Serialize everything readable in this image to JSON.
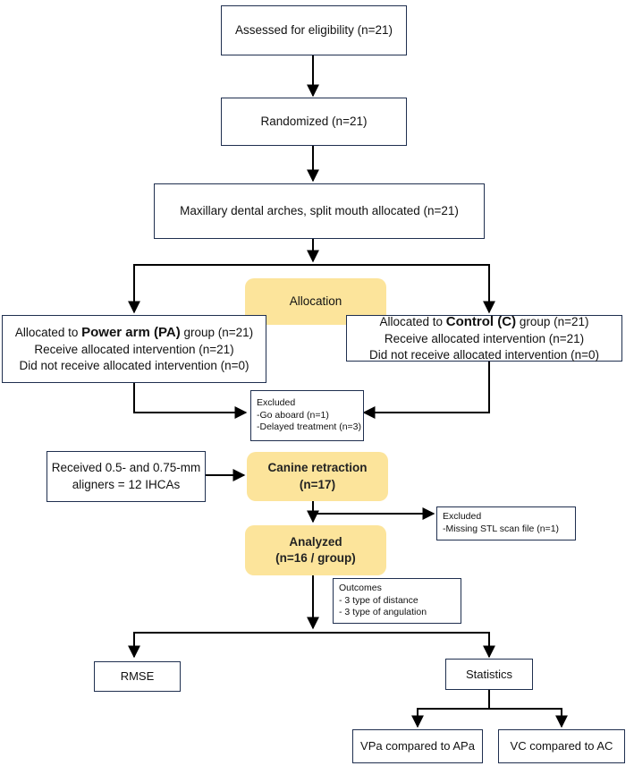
{
  "nodes": {
    "assessed": "Assessed for eligibility (n=21)",
    "randomized": "Randomized (n=21)",
    "maxillary": "Maxillary dental arches, split mouth allocated (n=21)",
    "allocation": "Allocation",
    "pa_group": {
      "line1_pre": "Allocated to ",
      "line1_bold": "Power arm (PA)",
      "line1_post": " group (n=21)",
      "line2": "Receive allocated intervention (n=21)",
      "line3": "Did not receive allocated intervention (n=0)"
    },
    "c_group": {
      "line1_pre": "Allocated to ",
      "line1_bold": "Control (C)",
      "line1_post": " group (n=21)",
      "line2": "Receive allocated intervention (n=21)",
      "line3": "Did not receive allocated intervention (n=0)"
    },
    "excluded1": {
      "title": "Excluded",
      "line1": "-Go aboard (n=1)",
      "line2": "-Delayed treatment (n=3)"
    },
    "received": {
      "line1": "Received 0.5- and 0.75-mm",
      "line2": "aligners = 12 IHCAs"
    },
    "canine": {
      "line1": "Canine retraction",
      "line2": "(n=17)"
    },
    "excluded2": {
      "title": "Excluded",
      "line1": "-Missing STL scan file (n=1)"
    },
    "analyzed": {
      "line1": "Analyzed",
      "line2": "(n=16 / group)"
    },
    "outcomes": {
      "title": "Outcomes",
      "line1": "- 3 type of distance",
      "line2": "- 3 type of angulation"
    },
    "rmse": "RMSE",
    "statistics": "Statistics",
    "vpa": "VPa compared to APa",
    "vc": "VC compared to AC"
  },
  "colors": {
    "box_border": "#1f2f4f",
    "highlight": "#fce49b",
    "line": "#000000"
  }
}
